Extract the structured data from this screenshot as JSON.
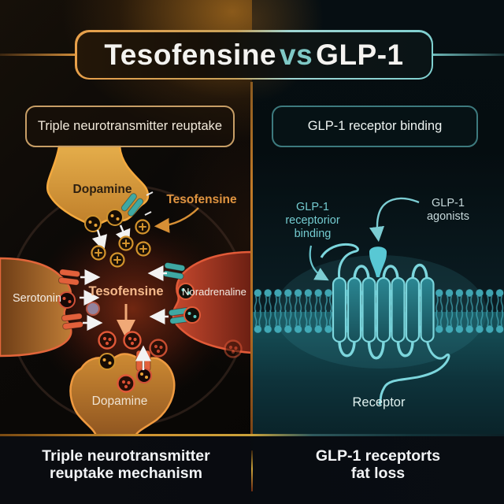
{
  "title": {
    "left": "Tesofensine",
    "vs": "vs",
    "right": "GLP-1"
  },
  "left_panel": {
    "header": "Triple neurotransmitter reuptake",
    "labels": {
      "dopamine_top": "Dopamine",
      "tesofensine_pointer": "Tesofensine",
      "serotonin": "Serotonin",
      "tesofensine_center": "Tesofensine",
      "noradrenaline": "Noradrenaline",
      "dopamine_bottom": "Dopamine"
    },
    "caption_line1": "Triple neurotransmitter",
    "caption_line2": "reuptake mechanism"
  },
  "right_panel": {
    "header": "GLP-1 receptor binding",
    "labels": {
      "binding_line1": "GLP-1",
      "binding_line2": "receptorior",
      "binding_line3": "binding",
      "agonists_line1": "GLP-1",
      "agonists_line2": "agonists",
      "receptor": "Receptor"
    },
    "caption_line1": "GLP-1 receptorts",
    "caption_line2": "fat loss"
  },
  "colors": {
    "accent_orange": "#e8a04a",
    "accent_teal": "#7fc9c6",
    "transporter_teal": "#3fa8a2",
    "transporter_red": "#e2603b",
    "molecule_orange": "#d3932c",
    "vesicle_red": "#e05838",
    "membrane_teal": "#45b3c1",
    "receptor_outline": "#7cd6dd",
    "label_teal": "#74cbd0"
  }
}
